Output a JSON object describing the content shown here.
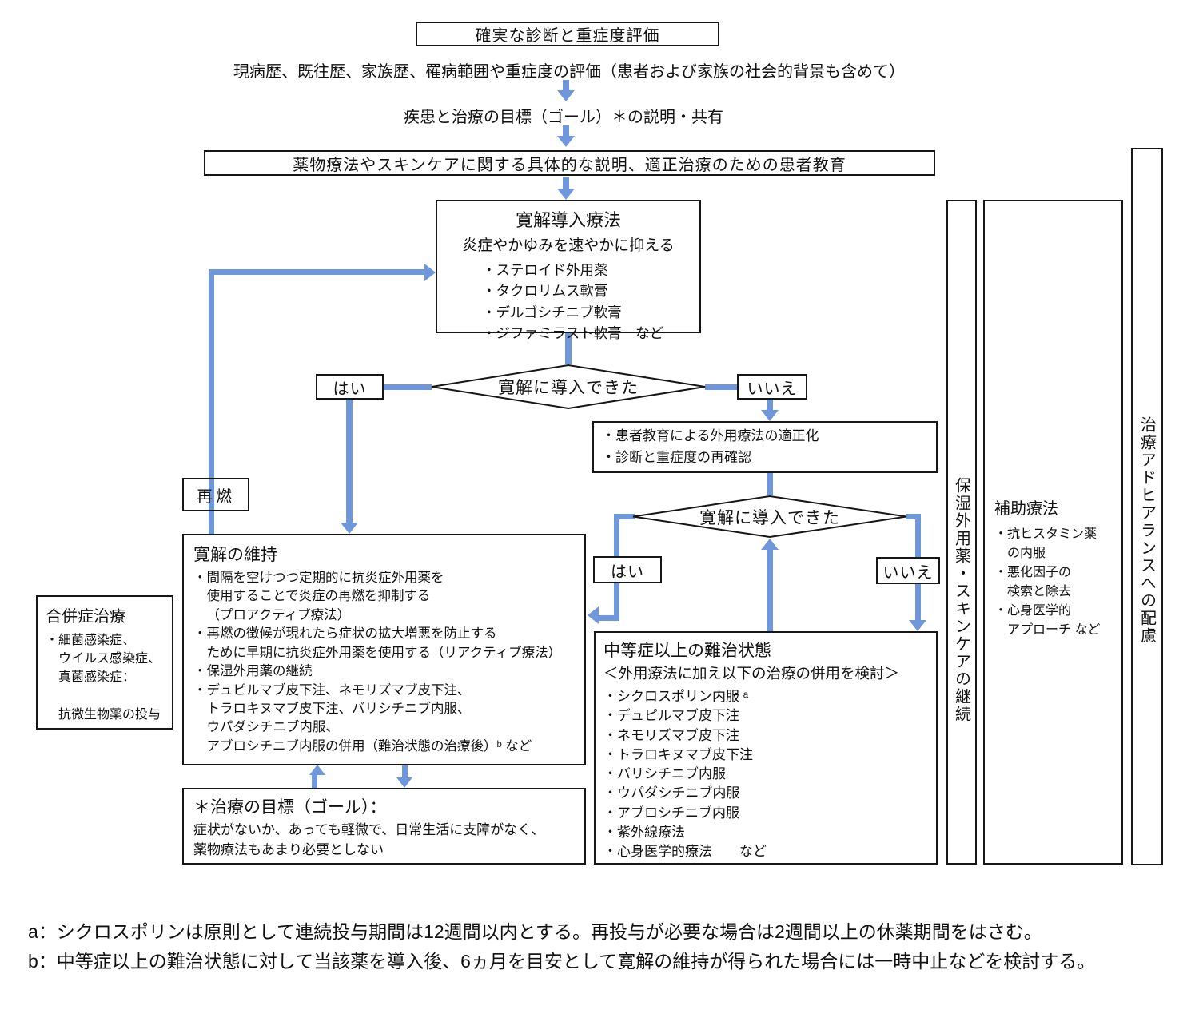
{
  "colors": {
    "arrow_blue": "#6E97DC",
    "border_black": "#161616"
  },
  "flow": {
    "diagnosis_box": "確実な診断と重症度評価",
    "history_text": "現病歴、既往歴、家族歴、罹病範囲や重症度の評価（患者および家族の社会的背景も含めて）",
    "goal_sharing_text": "疾患と治療の目標（ゴール）＊の説明・共有",
    "education_box": "薬物療法やスキンケアに関する具体的な説明、適正治療のための患者教育"
  },
  "induction": {
    "title": "寛解導入療法",
    "subtitle": "炎症やかゆみを速やかに抑える",
    "items": [
      "・ステロイド外用薬",
      "・タクロリムス軟膏",
      "・デルゴシチニブ軟膏",
      "・ジファミラスト軟膏　など"
    ]
  },
  "decision1": {
    "question": "寛解に導入できた",
    "yes": "はい",
    "no": "いいえ"
  },
  "optimize": {
    "items": [
      "・患者教育による外用療法の適正化",
      "・診断と重症度の再確認"
    ]
  },
  "decision2": {
    "question": "寛解に導入できた",
    "yes": "はい",
    "no": "いいえ"
  },
  "relapse": {
    "label": "再燃"
  },
  "maintenance": {
    "title": "寛解の維持",
    "items": [
      "・間隔を空けつつ定期的に抗炎症外用薬を\n使用することで炎症の再燃を抑制する\n（プロアクティブ療法）",
      "・再燃の徴候が現れたら症状の拡大増悪を防止する\nために早期に抗炎症外用薬を使用する（リアクティブ療法）",
      "・保湿外用薬の継続",
      "・デュピルマブ皮下注、ネモリズマブ皮下注、\nトラロキヌマブ皮下注、バリシチニブ内服、\nウパダシチニブ内服、\nアブロシチニブ内服の併用（難治状態の治療後）ᵇ など"
    ]
  },
  "complication": {
    "title": "合併症治療",
    "body": "・細菌感染症、\nウイルス感染症、\n真菌感染症：\n\n抗微生物薬の投与"
  },
  "refractory": {
    "title": "中等症以上の難治状態",
    "subtitle": "＜外用療法に加え以下の治療の併用を検討＞",
    "items": [
      "・シクロスポリン内服 ᵃ",
      "・デュピルマブ皮下注",
      "・ネモリズマブ皮下注",
      "・トラロキヌマブ皮下注",
      "・バリシチニブ内服",
      "・ウパダシチニブ内服",
      "・アブロシチニブ内服",
      "・紫外線療法",
      "・心身医学的療法　　など"
    ]
  },
  "goal": {
    "title": "＊治療の目標（ゴール）：",
    "body": "症状がないか、あっても軽微で、日常生活に支障がなく、\n薬物療法もあまり必要としない"
  },
  "side": {
    "moisturizer": "保湿外用薬・スキンケアの継続",
    "adjunct_title": "補助療法",
    "adjunct_items": [
      "・抗ヒスタミン薬\nの内服",
      "・悪化因子の\n検索と除去",
      "・心身医学的\nアプローチ など"
    ],
    "adherence": "治療アドヒアランスへの配慮"
  },
  "footnotes": {
    "a": "a：シクロスポリンは原則として連続投与期間は12週間以内とする。再投与が必要な場合は2週間以上の休薬期間をはさむ。",
    "b": "b：中等症以上の難治状態に対して当該薬を導入後、6ヵ月を目安として寛解の維持が得られた場合には一時中止などを検討する。"
  }
}
